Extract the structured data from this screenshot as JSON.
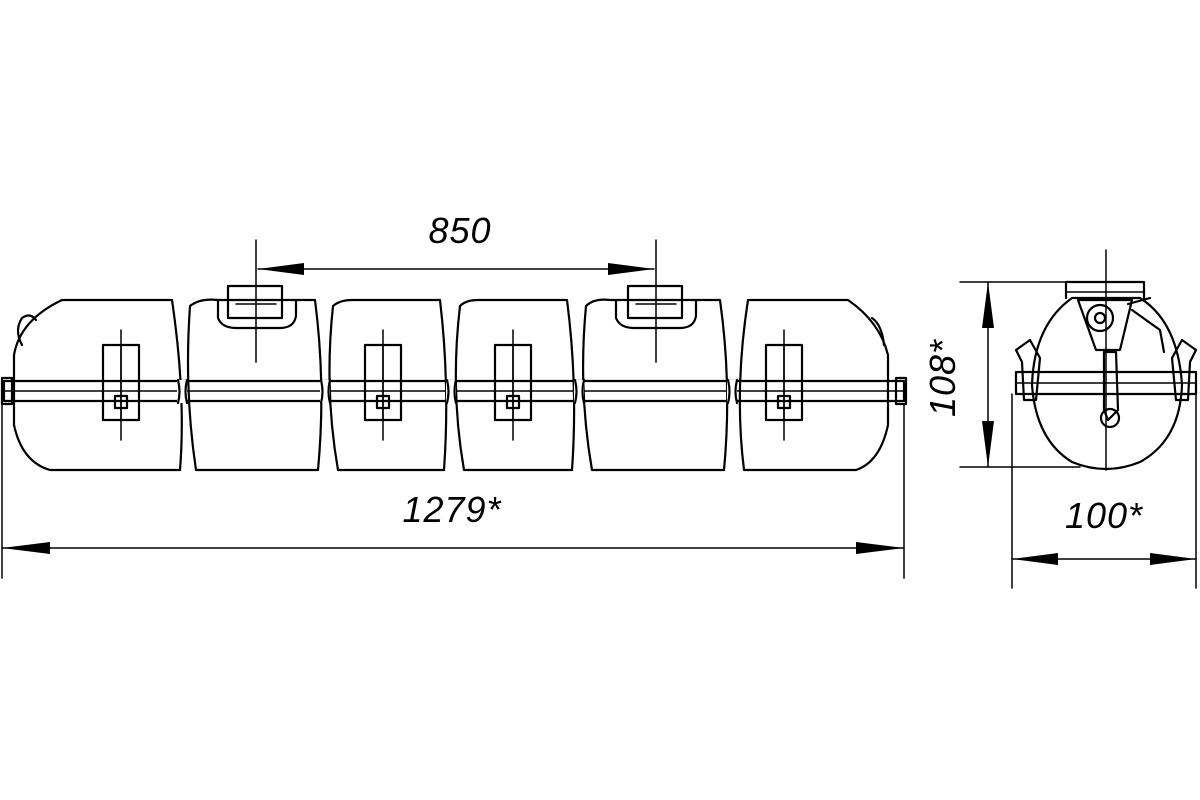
{
  "dimensions": {
    "mount_spacing": "850",
    "overall_length": "1279*",
    "height": "108*",
    "width": "100*"
  },
  "colors": {
    "line": "#000000",
    "background": "#ffffff"
  }
}
